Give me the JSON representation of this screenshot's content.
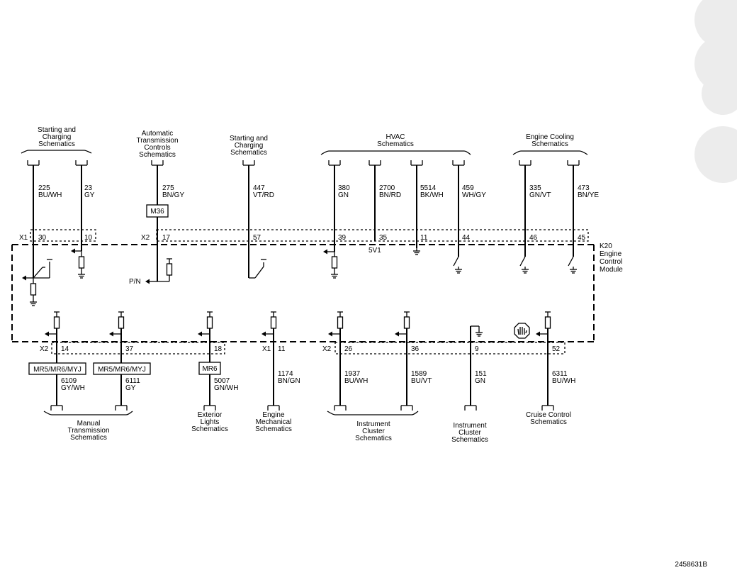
{
  "module": {
    "line1": "K20",
    "line2": "Engine",
    "line3": "Control",
    "line4": "Module"
  },
  "top_refs": [
    {
      "lines": [
        "Starting and",
        "Charging",
        "Schematics"
      ]
    },
    {
      "lines": [
        "Automatic",
        "Transmission",
        "Controls",
        "Schematics"
      ]
    },
    {
      "lines": [
        "Starting and",
        "Charging",
        "Schematics"
      ]
    },
    {
      "lines": [
        "HVAC",
        "Schematics"
      ]
    },
    {
      "lines": [
        "Engine Cooling",
        "Schematics"
      ]
    }
  ],
  "top_wires": [
    {
      "circuit": "225",
      "color": "BU/WH",
      "pin": "30"
    },
    {
      "circuit": "23",
      "color": "GY",
      "pin": "10"
    },
    {
      "circuit": "275",
      "color": "BN/GY",
      "pin": "17"
    },
    {
      "circuit": "447",
      "color": "VT/RD",
      "pin": "57"
    },
    {
      "circuit": "380",
      "color": "GN",
      "pin": "39"
    },
    {
      "circuit": "2700",
      "color": "BN/RD",
      "pin": "35"
    },
    {
      "circuit": "5514",
      "color": "BK/WH",
      "pin": "11"
    },
    {
      "circuit": "459",
      "color": "WH/GY",
      "pin": "44"
    },
    {
      "circuit": "335",
      "color": "GN/VT",
      "pin": "46"
    },
    {
      "circuit": "473",
      "color": "BN/YE",
      "pin": "45"
    }
  ],
  "top_connectors": {
    "x1": "X1",
    "x2": "X2"
  },
  "top_option": "M36",
  "pn_label": "P/N",
  "v5_label": "5V1",
  "bottom_wires": [
    {
      "circuit": "6109",
      "color": "GY/WH",
      "pin": "14"
    },
    {
      "circuit": "6111",
      "color": "GY",
      "pin": "37"
    },
    {
      "circuit": "5007",
      "color": "GN/WH",
      "pin": "18"
    },
    {
      "circuit": "1174",
      "color": "BN/GN",
      "pin": "11"
    },
    {
      "circuit": "1937",
      "color": "BU/WH",
      "pin": "26"
    },
    {
      "circuit": "1589",
      "color": "BU/VT",
      "pin": "36"
    },
    {
      "circuit": "151",
      "color": "GN",
      "pin": "9"
    },
    {
      "circuit": "6311",
      "color": "BU/WH",
      "pin": "52"
    }
  ],
  "bottom_connectors": {
    "x2a": "X2",
    "x1": "X1",
    "x2b": "X2"
  },
  "bottom_options": [
    "MR5/MR6/MYJ",
    "MR5/MR6/MYJ",
    "MR6"
  ],
  "bottom_refs": [
    {
      "lines": [
        "Manual",
        "Transmission",
        "Schematics"
      ]
    },
    {
      "lines": [
        "Exterior",
        "Lights",
        "Schematics"
      ]
    },
    {
      "lines": [
        "Engine",
        "Mechanical",
        "Schematics"
      ]
    },
    {
      "lines": [
        "Instrument",
        "Cluster",
        "Schematics"
      ]
    },
    {
      "lines": [
        "Instrument",
        "Cluster",
        "Schematics"
      ]
    },
    {
      "lines": [
        "Cruise Control",
        "Schematics"
      ]
    }
  ],
  "figure_id": "2458631B"
}
